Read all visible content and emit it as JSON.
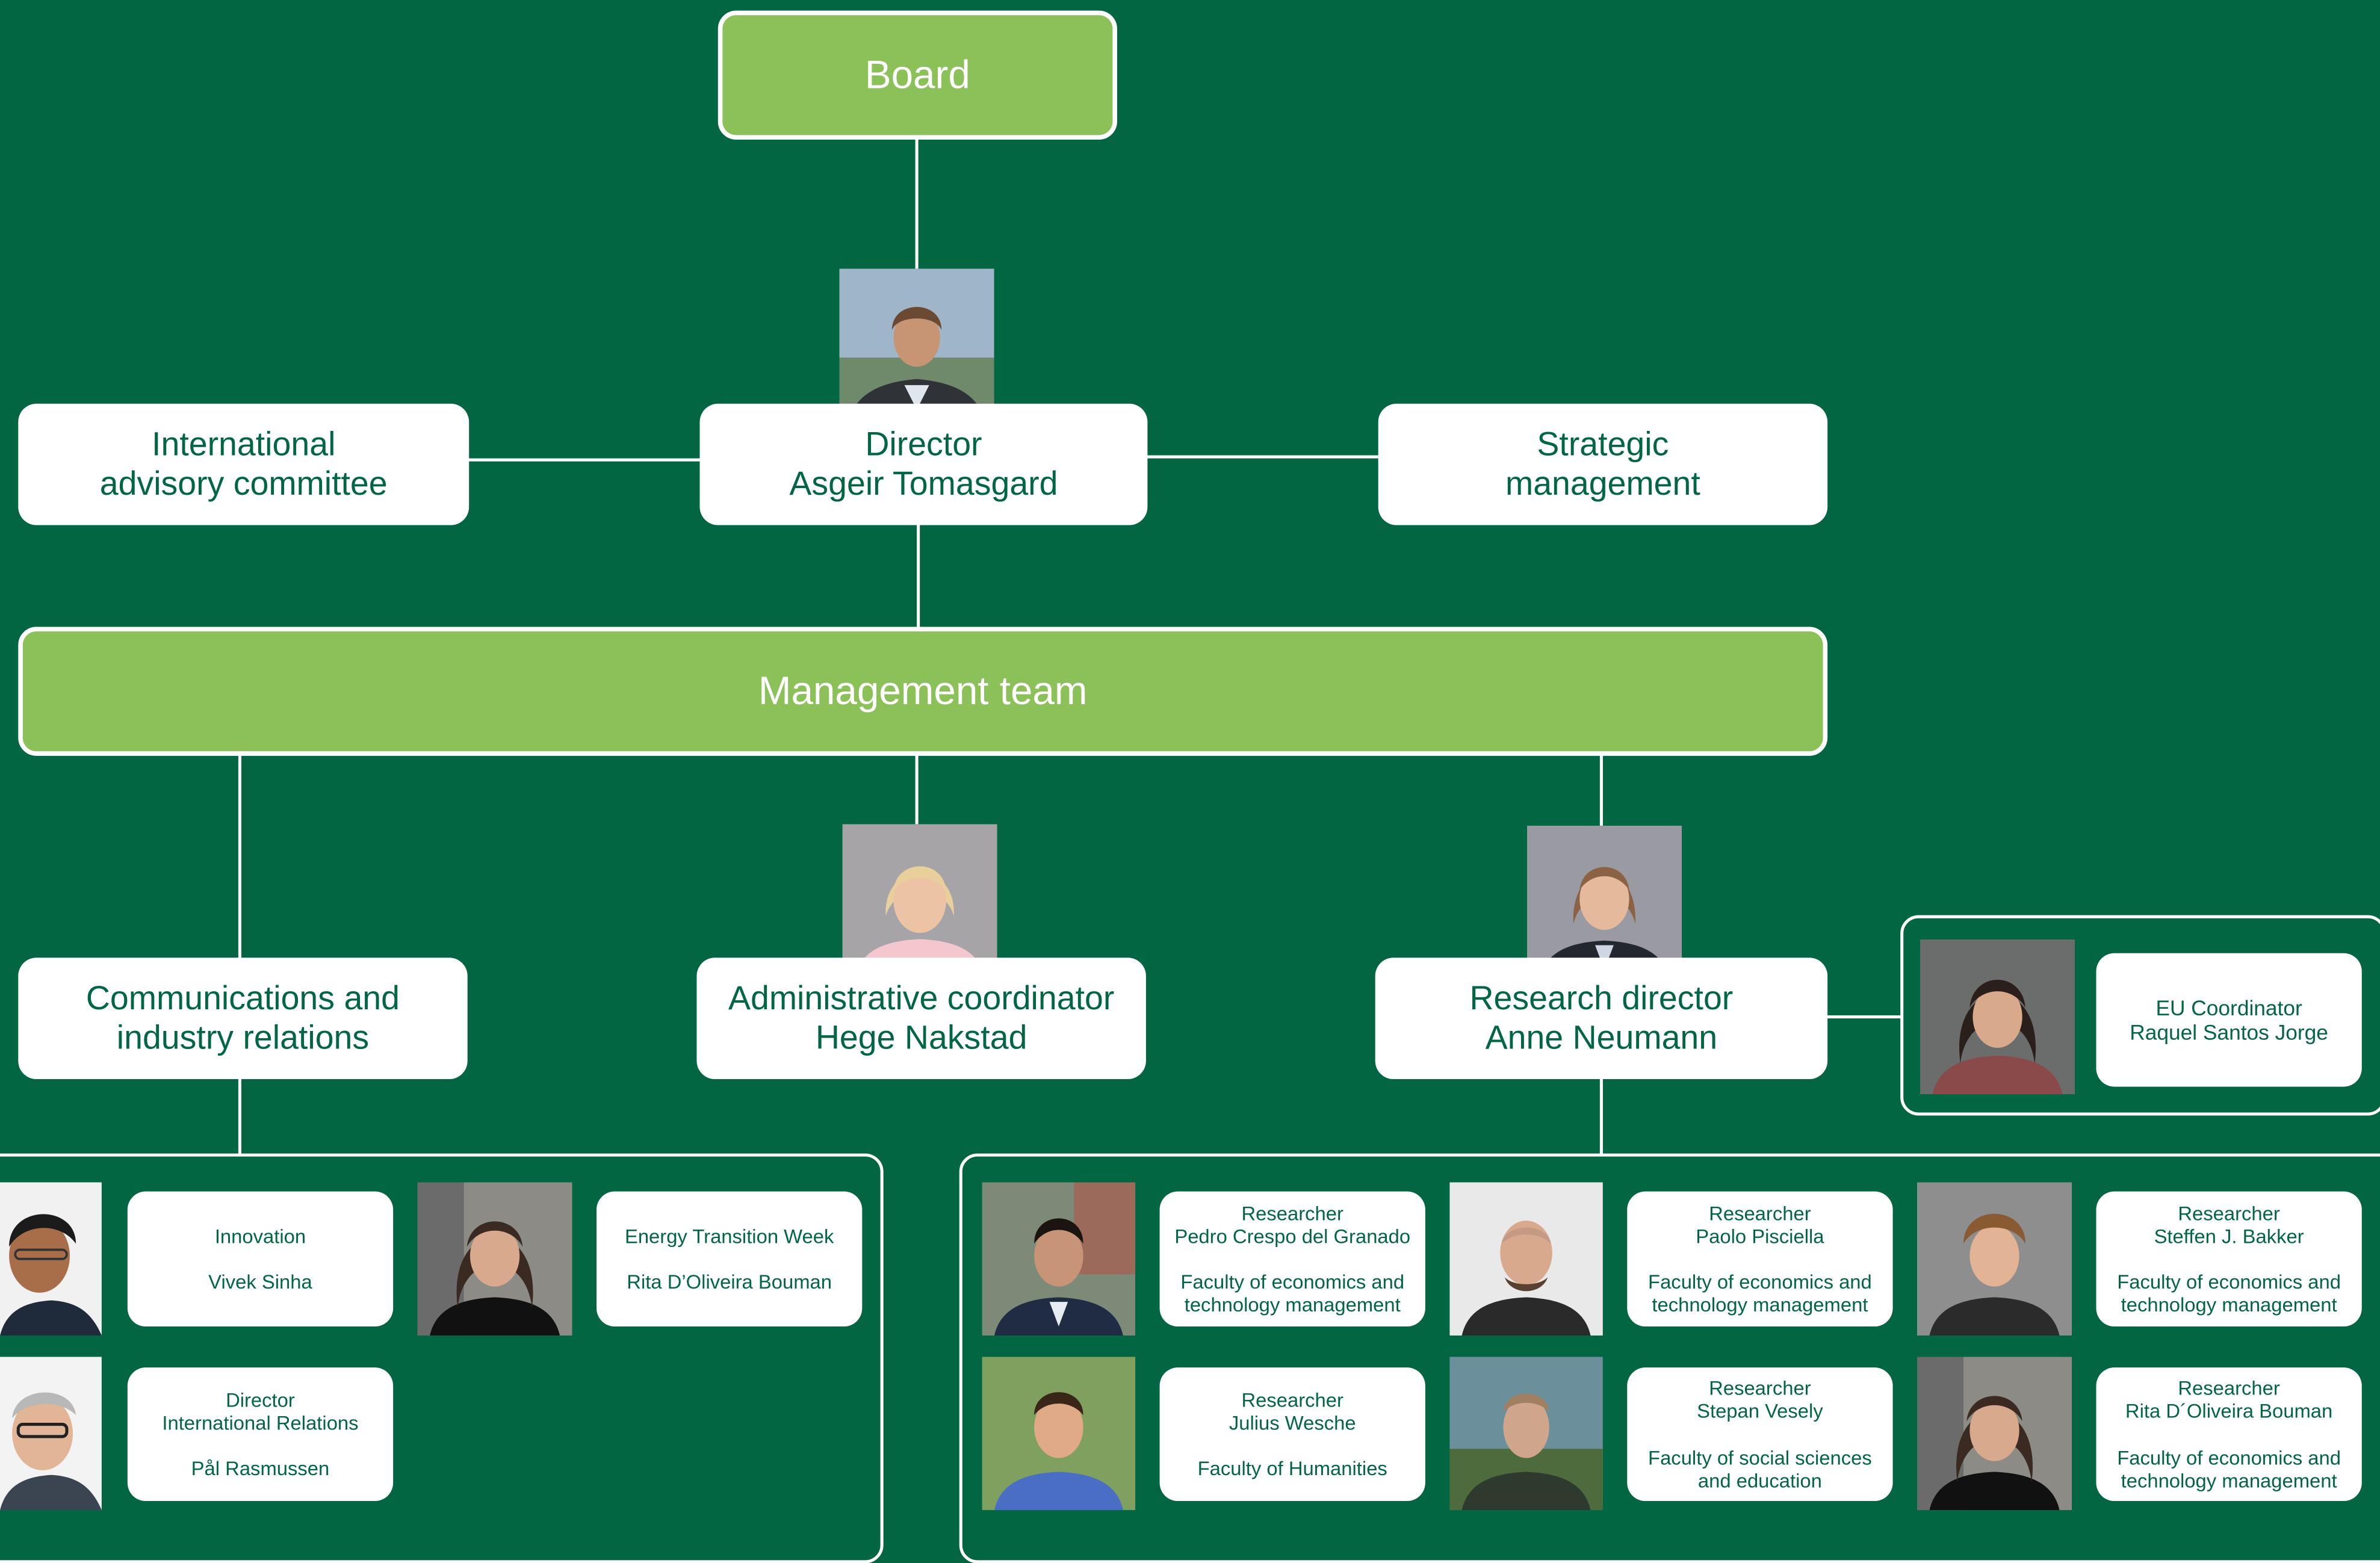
{
  "board": "Board",
  "director": {
    "title": "Director",
    "name": "Asgeir Tomasgard"
  },
  "advisory": {
    "line1": "International",
    "line2": "advisory committee"
  },
  "strategic": {
    "line1": "Strategic",
    "line2": "management"
  },
  "management_team": "Management team",
  "communications": {
    "line1": "Communications and",
    "line2": "industry relations"
  },
  "admin": {
    "title": "Administrative coordinator",
    "name": "Hege Nakstad"
  },
  "research_director": {
    "title": "Research director",
    "name": "Anne Neumann"
  },
  "eu": {
    "title": "EU Coordinator",
    "name": "Raquel Santos Jorge"
  },
  "comm_staff": [
    {
      "role": "Innovation",
      "name": "Vivek Sinha"
    },
    {
      "role": "Energy Transition Week",
      "name": "Rita D’Oliveira Bouman"
    },
    {
      "role1": "Director",
      "role2": "International Relations",
      "name": "Pål Rasmussen"
    }
  ],
  "researchers": [
    {
      "role": "Researcher",
      "name": "Pedro Crespo del Granado",
      "fac1": "Faculty of economics and",
      "fac2": "technology management"
    },
    {
      "role": "Researcher",
      "name": "Paolo Pisciella",
      "fac1": "Faculty of economics and",
      "fac2": "technology management"
    },
    {
      "role": "Researcher",
      "name": "Steffen J. Bakker",
      "fac1": "Faculty of economics and",
      "fac2": "technology management"
    },
    {
      "role": "Researcher",
      "name": "Julius Wesche",
      "fac1": "Faculty of Humanities",
      "fac2": ""
    },
    {
      "role": "Researcher",
      "name": "Stepan Vesely",
      "fac1": "Faculty of social sciences",
      "fac2": "and education"
    },
    {
      "role": "Researcher",
      "name": "Rita D´Oliveira Bouman",
      "fac1": "Faculty of economics and",
      "fac2": "technology management"
    }
  ],
  "colors": {
    "background": "#036642",
    "accent": "#8cc059",
    "box": "#ffffff",
    "text": "#036642"
  }
}
